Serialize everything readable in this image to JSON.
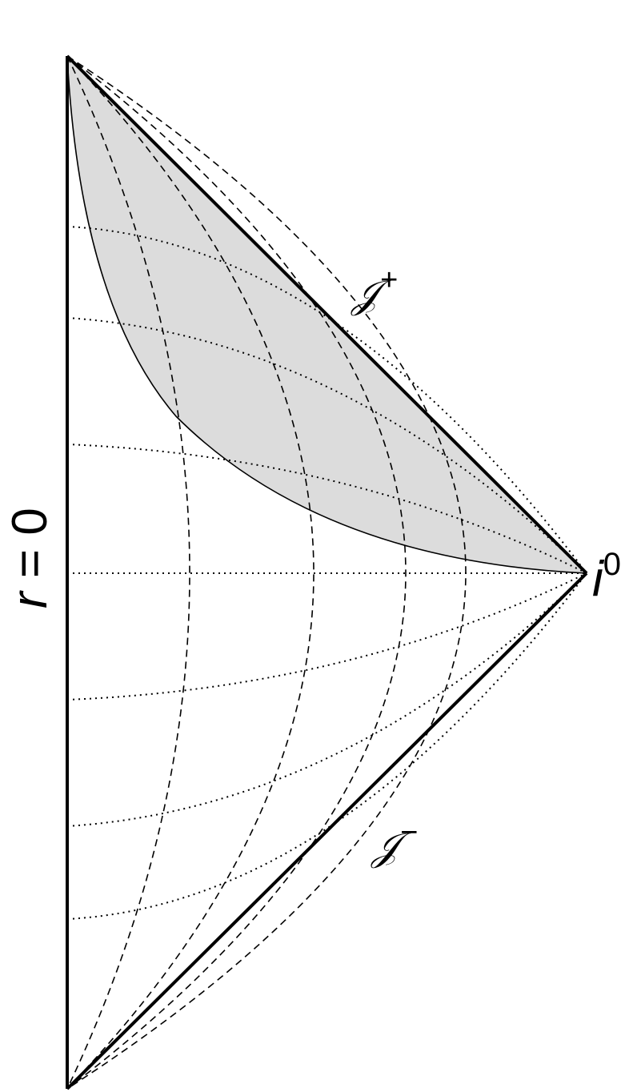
{
  "labels": {
    "scri_plus_base": "𝒥",
    "scri_plus_sup": "+",
    "scri_minus_base": "𝒥",
    "scri_minus_sup": "−",
    "spatial_infinity_base": "i",
    "spatial_infinity_sup": "0",
    "origin_var": "r",
    "origin_eq": " = 0"
  },
  "colors": {
    "shaded_region": "#dcdcdc",
    "lines": "#000000",
    "background": "#ffffff"
  }
}
